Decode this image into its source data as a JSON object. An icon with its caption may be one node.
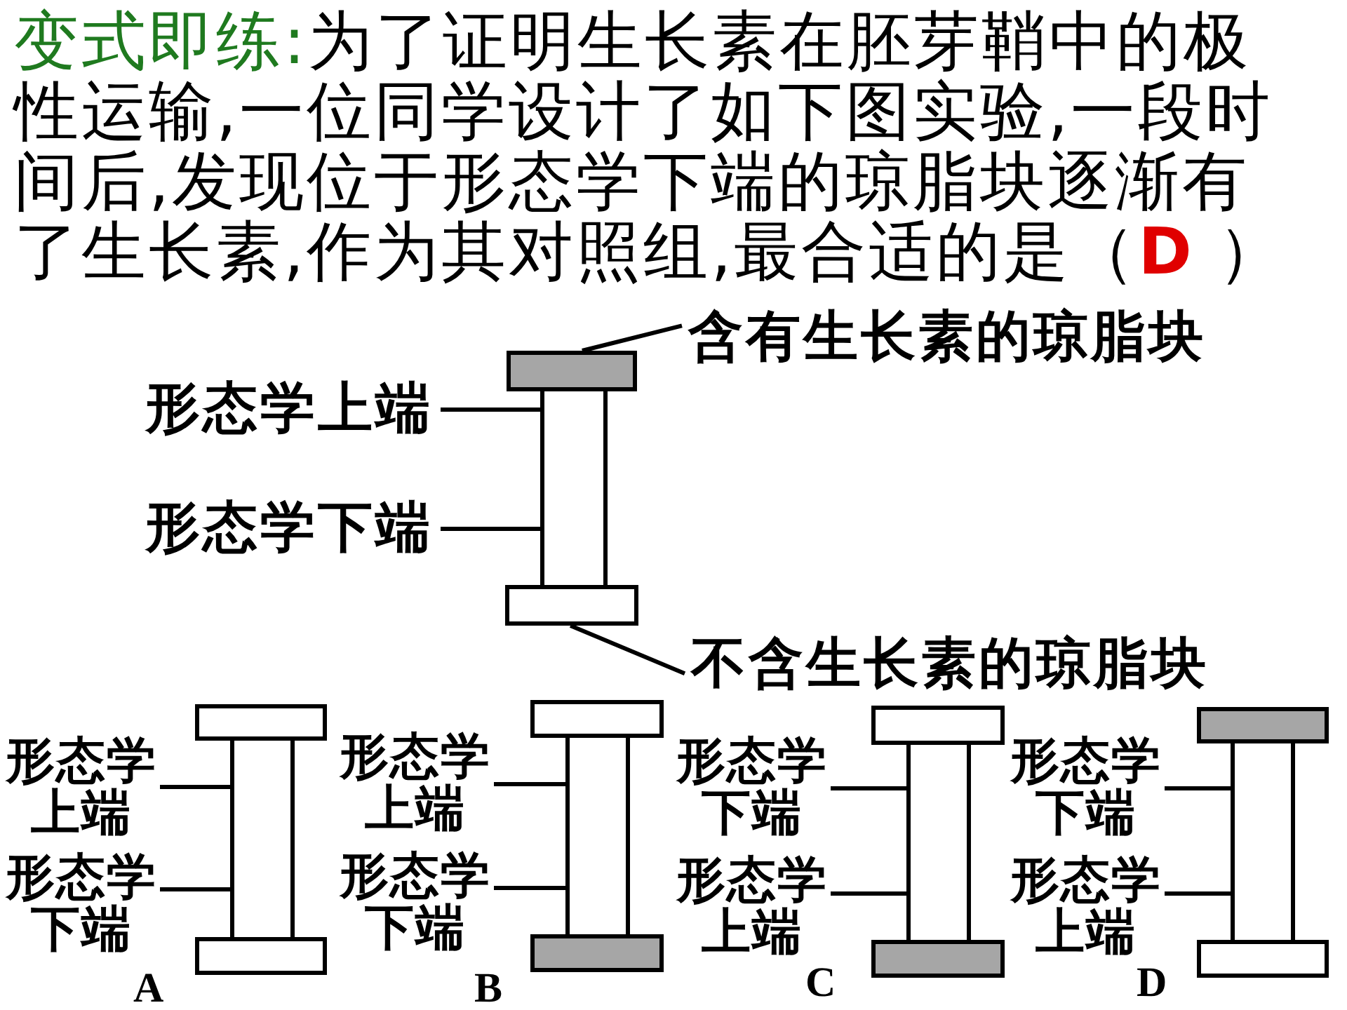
{
  "diagram": {
    "title": "变式即练:",
    "nodes": [
      {
        "text": [
          "含有生长素的琼脂块"
        ]
      },
      {
        "text": [],
        "shape": "box"
      },
      {
        "text": [
          "形态学上端"
        ]
      },
      {
        "text": [],
        "shape": "box"
      },
      {
        "text": [
          "形态学下端"
        ]
      },
      {
        "text": [],
        "shape": "box"
      },
      {
        "text": [
          "不含生长素的琼脂块"
        ]
      },
      {
        "text": [],
        "shape": "box"
      },
      {
        "text": [
          "形态学上端"
        ]
      },
      {
        "text": [],
        "shape": "box"
      },
      {
        "text": [
          "形态学下端"
        ]
      },
      {
        "text": [],
        "shape": "box"
      },
      {
        "text": [],
        "shape": "box"
      },
      {
        "text": [
          "形态学上端"
        ]
      },
      {
        "text": [],
        "shape": "box"
      },
      {
        "text": [
          "形态学下端"
        ]
      },
      {
        "text": [],
        "shape": "box"
      },
      {
        "text": [],
        "shape": "box"
      },
      {
        "text": [
          "形态学下端"
        ]
      },
      {
        "text": [],
        "shape": "box"
      },
      {
        "text": [
          "形态学上端"
        ]
      },
      {
        "text": [],
        "shape": "box"
      },
      {
        "text": [],
        "shape": "box"
      },
      {
        "text": [
          "形态学下端"
        ]
      },
      {
        "text": [],
        "shape": "box"
      },
      {
        "text": [
          "形态学上端"
        ]
      },
      {
        "text": [],
        "shape": "box"
      }
    ],
    "edges": [
      {
        "from": 0,
        "to": 1,
        "arrow": "none"
      },
      {
        "from": 2,
        "to": 3,
        "arrow": "none"
      },
      {
        "from": 4,
        "to": 3,
        "arrow": "none"
      },
      {
        "from": 6,
        "to": 5,
        "arrow": "none"
      },
      {
        "from": 8,
        "to": 9,
        "arrow": "none"
      },
      {
        "from": 10,
        "to": 9,
        "arrow": "none"
      },
      {
        "from": 13,
        "to": 14,
        "arrow": "none"
      },
      {
        "from": 15,
        "to": 14,
        "arrow": "none"
      },
      {
        "from": 18,
        "to": 19,
        "arrow": "none"
      },
      {
        "from": 20,
        "to": 19,
        "arrow": "none"
      },
      {
        "from": 23,
        "to": 24,
        "arrow": "none"
      },
      {
        "from": 25,
        "to": 24,
        "arrow": "none"
      }
    ],
    "labels": [
      "为了证明生长素在胚芽鞘中的极性运输,一位同学设计了如下图实验,一段时间后,发现位于形态学下端的琼脂块逐渐有了生长素,作为其对照组,最合适的是（**D** ）",
      "A",
      "B",
      "C",
      "D"
    ]
  }
}
